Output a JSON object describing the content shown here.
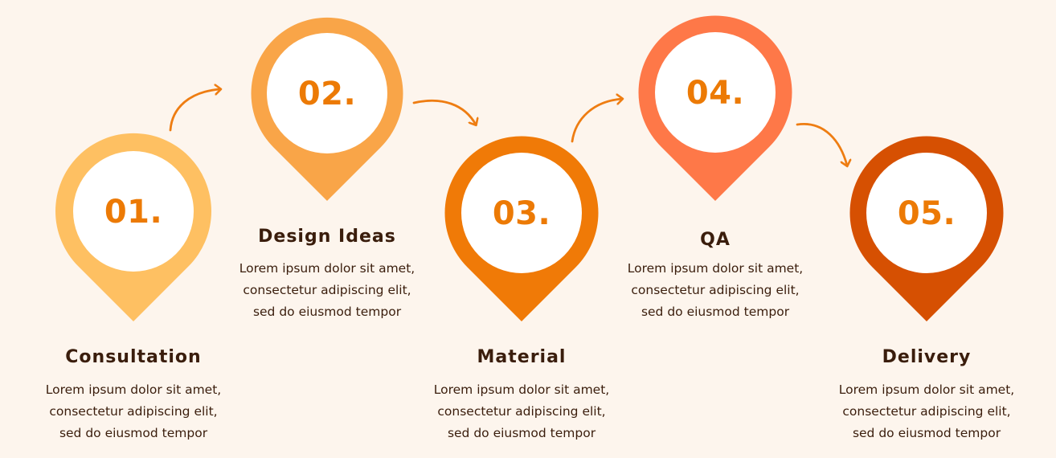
{
  "steps": [
    {
      "number": "01.",
      "title": "Consultation",
      "desc1": "Lorem ipsum dolor sit amet,",
      "desc2": "consectetur adipiscing elit,",
      "desc3": "sed do eiusmod tempor",
      "pin_color": "#fec062"
    },
    {
      "number": "02.",
      "title": "Design Ideas",
      "desc1": "Lorem ipsum dolor sit amet,",
      "desc2": "consectetur adipiscing elit,",
      "desc3": "sed do eiusmod tempor",
      "pin_color": "#f9a548"
    },
    {
      "number": "03.",
      "title": "Material",
      "desc1": "Lorem ipsum dolor sit amet,",
      "desc2": "consectetur adipiscing elit,",
      "desc3": "sed do eiusmod tempor",
      "pin_color": "#f07a07"
    },
    {
      "number": "04.",
      "title": "QA",
      "desc1": "Lorem ipsum dolor sit amet,",
      "desc2": "consectetur adipiscing elit,",
      "desc3": "sed do eiusmod tempor",
      "pin_color": "#fe7848"
    },
    {
      "number": "05.",
      "title": "Delivery",
      "desc1": "Lorem ipsum dolor sit amet,",
      "desc2": "consectetur adipiscing elit,",
      "desc3": "sed do eiusmod tempor",
      "pin_color": "#d65002"
    }
  ],
  "colors": {
    "background": "#fdf5ed",
    "number_text": "#ec7a05",
    "arrow": "#ee7d12",
    "title_text": "#3a1d0c"
  }
}
